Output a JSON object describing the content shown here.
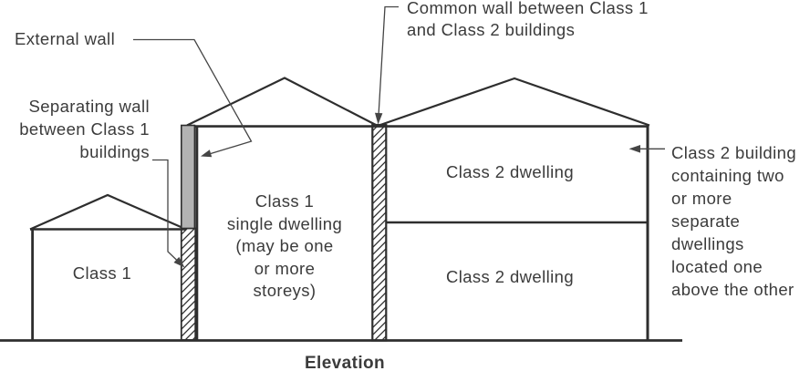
{
  "caption": "Elevation",
  "callouts": {
    "external_wall": "External wall",
    "separating_wall": [
      "Separating wall",
      "between Class 1",
      "buildings"
    ],
    "common_wall": [
      "Common wall between Class 1",
      "and Class 2 buildings"
    ],
    "class2_building": [
      "Class 2 building",
      "containing two",
      "or more",
      "separate",
      "dwellings",
      "located one",
      "above the other"
    ]
  },
  "buildings": {
    "class1_small": {
      "label": "Class 1"
    },
    "class1_single": [
      "Class 1",
      "single dwelling",
      "(may be one",
      "or more",
      "storeys)"
    ],
    "class2_upper_label": "Class 2 dwelling",
    "class2_lower_label": "Class 2 dwelling"
  },
  "colors": {
    "line": "#2e2e2e",
    "leader": "#454545",
    "text": "#3b3b3b",
    "wall_gray": "#b3b3b3",
    "background": "#ffffff"
  }
}
